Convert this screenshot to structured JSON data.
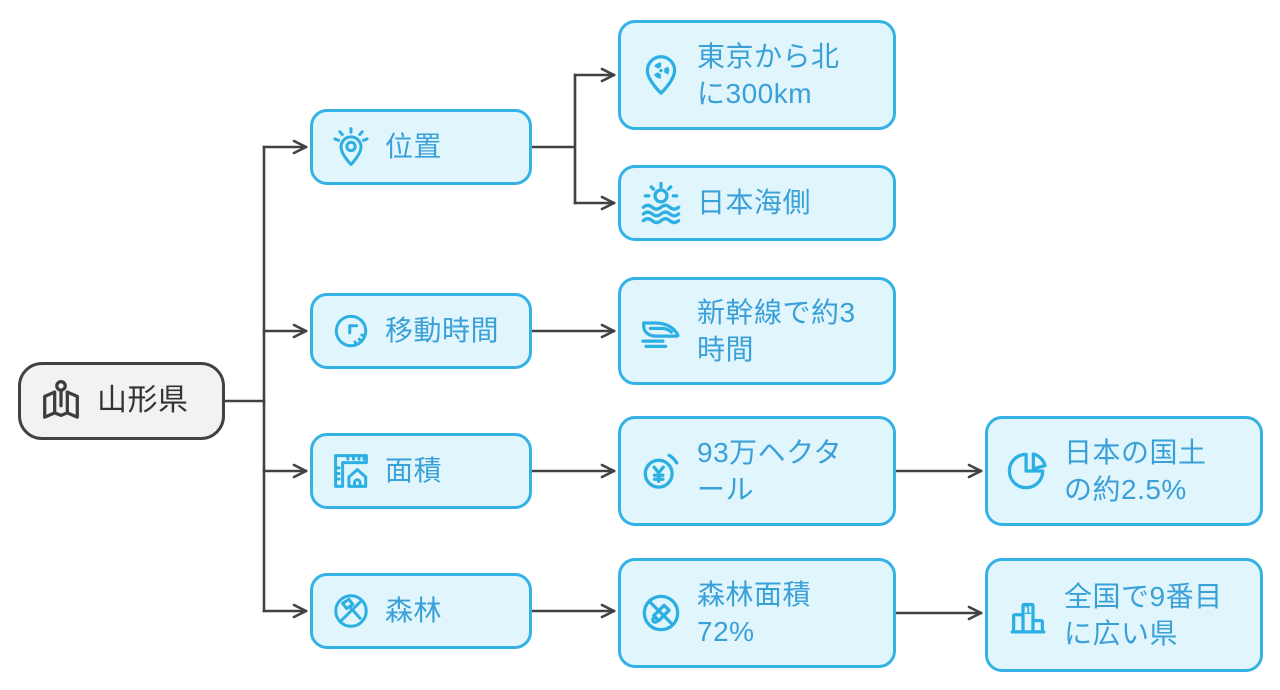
{
  "diagram": {
    "root": {
      "label": "山形県",
      "icon": "map-pin-icon"
    },
    "branches": [
      {
        "label": "位置",
        "icon": "location-sparkle-icon",
        "children": [
          {
            "label": "東京から北\nに300km",
            "icon": "radiation-pin-icon",
            "children": []
          },
          {
            "label": "日本海側",
            "icon": "sun-waves-icon",
            "children": []
          }
        ]
      },
      {
        "label": "移動時間",
        "icon": "clock-icon",
        "children": [
          {
            "label": "新幹線で約3\n時間",
            "icon": "bullet-train-icon",
            "children": []
          }
        ]
      },
      {
        "label": "面積",
        "icon": "ruler-house-icon",
        "children": [
          {
            "label": "93万ヘクタ\nール",
            "icon": "yen-coin-icon",
            "children": [
              {
                "label": "日本の国土\nの約2.5%",
                "icon": "pie-chart-icon",
                "children": []
              }
            ]
          }
        ]
      },
      {
        "label": "森林",
        "icon": "no-axe-icon",
        "children": [
          {
            "label": "森林面積\n72%",
            "icon": "no-chainsaw-icon",
            "children": [
              {
                "label": "全国で9番目\nに広い県",
                "icon": "podium-icon",
                "children": []
              }
            ]
          }
        ]
      }
    ],
    "colors": {
      "node_border": "#35b2e5",
      "node_fill": "#e1f5fc",
      "node_text": "#3aa0d8",
      "icon_color": "#2cafe3",
      "root_border": "#424242",
      "root_fill": "#f2f2f2",
      "root_text": "#333333",
      "edge": "#424242",
      "background": "#ffffff"
    }
  }
}
